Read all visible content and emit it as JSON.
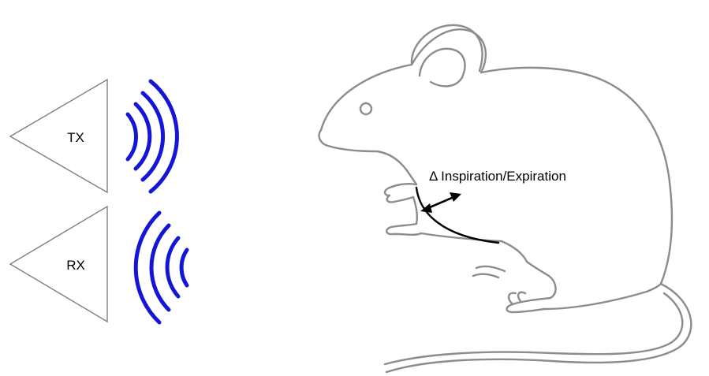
{
  "transmitter": {
    "label": "TX"
  },
  "receiver": {
    "label": "RX"
  },
  "annotation": {
    "text": "Δ Inspiration/Expiration"
  },
  "colors": {
    "waves": "#1515d8",
    "outline": "#8c8c8c",
    "antenna_outline": "#7f7f7f",
    "arrow": "#000000"
  },
  "icons": {
    "transmitter": "triangle-antenna-icon",
    "receiver": "triangle-antenna-icon",
    "animal": "mouse-outline-icon"
  }
}
